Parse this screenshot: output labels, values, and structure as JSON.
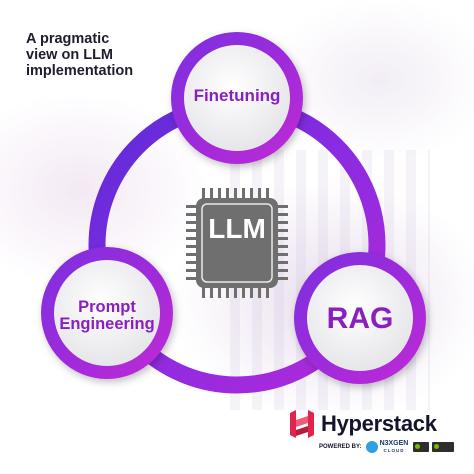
{
  "headline": {
    "lines": [
      "A pragmatic",
      "view on LLM",
      "implementation"
    ]
  },
  "nodes": {
    "top": "Finetuning",
    "left": [
      "Prompt",
      "Engineering"
    ],
    "right": "RAG"
  },
  "center": {
    "chip_label": "LLM"
  },
  "branding": {
    "name": "Hyperstack",
    "powered_by": "POWERED BY:",
    "partner_name": "N3XGEN",
    "partner_sub": "CLOUD"
  },
  "colors": {
    "accent_purple": "#8a1fc0",
    "ring_purple": "#6c2bd9",
    "chip_gray": "#6f6f6f",
    "brand_dark": "#14142a"
  }
}
